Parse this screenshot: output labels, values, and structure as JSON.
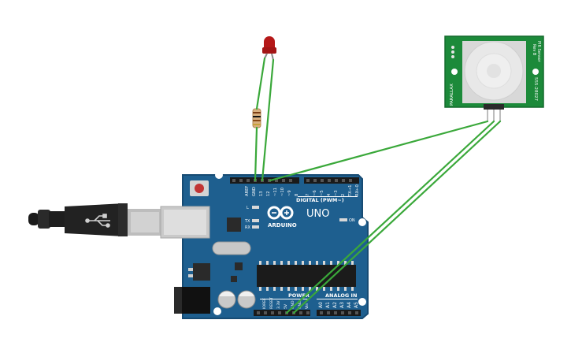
{
  "board": {
    "logo_text": "ARDUINO",
    "model_text": "UNO",
    "digital_header_label": "DIGITAL (PWM~)",
    "power_label": "POWER",
    "analog_label": "ANALOG IN",
    "on_label": "ON",
    "l_label": "L",
    "tx_label": "TX",
    "rx_label": "RX",
    "aref_label": "AREF",
    "gnd_label": "GND",
    "digital_pins": [
      "13",
      "12",
      "~11",
      "~10",
      "~9",
      "8",
      "7",
      "~6",
      "~5",
      "4",
      "~3",
      "2",
      "TX→1",
      "RX←0"
    ],
    "power_pins": [
      "IOREF",
      "RESET",
      "3.3V",
      "5V",
      "GND",
      "GND",
      "Vin"
    ],
    "analog_pins": [
      "A0",
      "A1",
      "A2",
      "A3",
      "A4",
      "A5"
    ]
  },
  "sensor": {
    "side_text_left": "PARALLAX",
    "side_text_right_1": "PIR Sensor",
    "side_text_right_2": "Rev B",
    "part_number": "555-28027"
  },
  "colors": {
    "board": "#1e5f8f",
    "board_edge": "#174b73",
    "wire": "#3aa83a",
    "led": "#b51818",
    "sensor_pcb": "#1c8a3a",
    "dome": "#e8e8e8"
  }
}
